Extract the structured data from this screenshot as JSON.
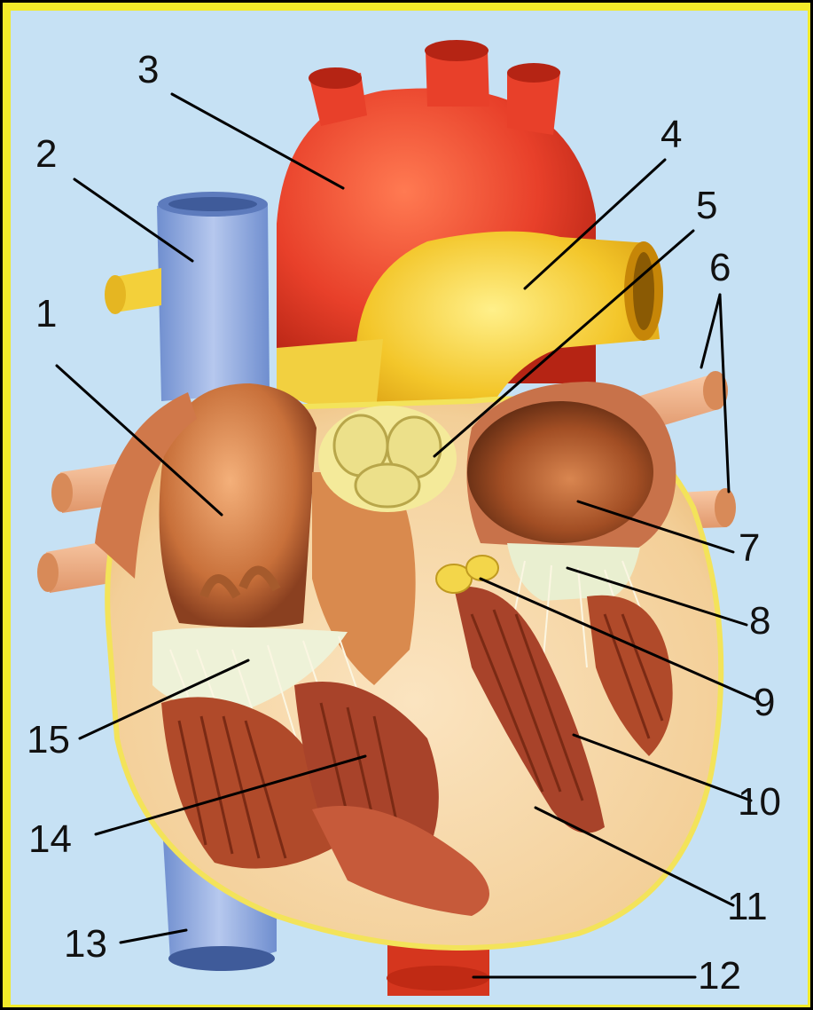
{
  "labels": [
    {
      "id": "1",
      "text": "1"
    },
    {
      "id": "2",
      "text": "2"
    },
    {
      "id": "3",
      "text": "3"
    },
    {
      "id": "4",
      "text": "4"
    },
    {
      "id": "5",
      "text": "5"
    },
    {
      "id": "6",
      "text": "6"
    },
    {
      "id": "7",
      "text": "7"
    },
    {
      "id": "8",
      "text": "8"
    },
    {
      "id": "9",
      "text": "9"
    },
    {
      "id": "10",
      "text": "10"
    },
    {
      "id": "11",
      "text": "11"
    },
    {
      "id": "12",
      "text": "12"
    },
    {
      "id": "13",
      "text": "13"
    },
    {
      "id": "14",
      "text": "14"
    },
    {
      "id": "15",
      "text": "15"
    }
  ],
  "colors": {
    "frame": "#f2ea2a",
    "background": "#c6e1f4",
    "aorta": "#e8402a",
    "pulmonary_trunk": "#f3c62a",
    "vena_cava": "#8fa9de",
    "pulmonary_veins": "#f0b48c",
    "myocardium": "#f6d6a6",
    "atrium": "#c8703a",
    "papillary_muscle": "#b04a2a"
  }
}
